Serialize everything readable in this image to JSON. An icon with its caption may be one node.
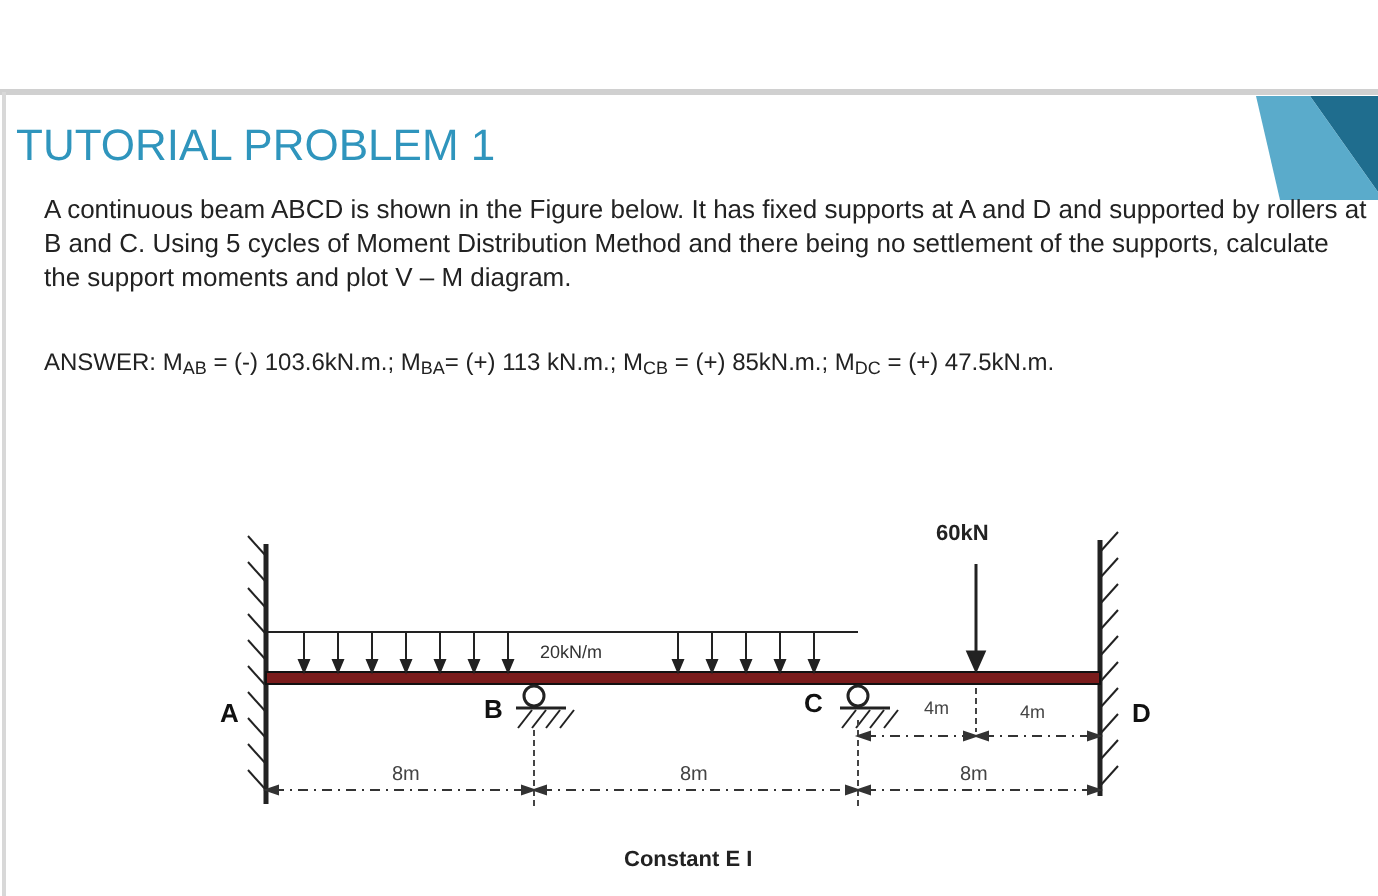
{
  "diagram": {
    "title": "TUTORIAL PROBLEM 1",
    "labels": [
      "A continuous beam ABCD is shown in the Figure below. It has fixed supports at A and D and supported by rollers at B and C. Using 5 cycles of Moment Distribution Method and there being no settlement of the supports, calculate the support moments and plot V – M diagram.",
      "ANSWER: M$_{AB}$ = (-) 103.6kN.m.; M$_{BA}$= (+) 113 kN.m.; M$_{CB}$ = (+) 85kN.m.; M$_{DC}$ = (+) 47.5kN.m.",
      "60kN",
      "20kN/m",
      "A",
      "B",
      "C",
      "4m",
      "4m",
      "D",
      "8m",
      "8m",
      "8m",
      "Constant E I"
    ]
  }
}
